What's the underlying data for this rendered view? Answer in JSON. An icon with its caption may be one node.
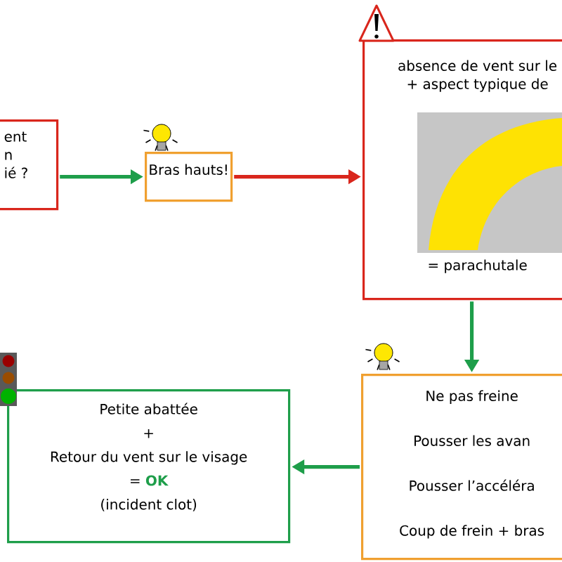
{
  "diagram": {
    "nodes": [
      {
        "text": [
          "ent",
          "n",
          "ié ?"
        ]
      },
      {
        "text": [
          "Bras hauts!"
        ]
      },
      {
        "text": [
          "absence de vent sur le",
          "+ aspect typique de",
          "= parachutale"
        ]
      },
      {
        "text": [
          "Ne pas freine",
          "Pousser les avan",
          "Pousser l’accéléra",
          "Coup de frein + bras"
        ]
      },
      {
        "text": [
          "Petite abattée",
          "+",
          "Retour du vent sur le visage",
          "=",
          "OK",
          "(incident clot)"
        ]
      }
    ],
    "edges": [
      {
        "from": 0,
        "to": 1,
        "arrow": "to"
      },
      {
        "from": 1,
        "to": 2,
        "arrow": "to",
        "color": "#d9261c"
      },
      {
        "from": 2,
        "to": 3,
        "arrow": "to"
      },
      {
        "from": 3,
        "to": 4,
        "arrow": "to"
      }
    ]
  }
}
